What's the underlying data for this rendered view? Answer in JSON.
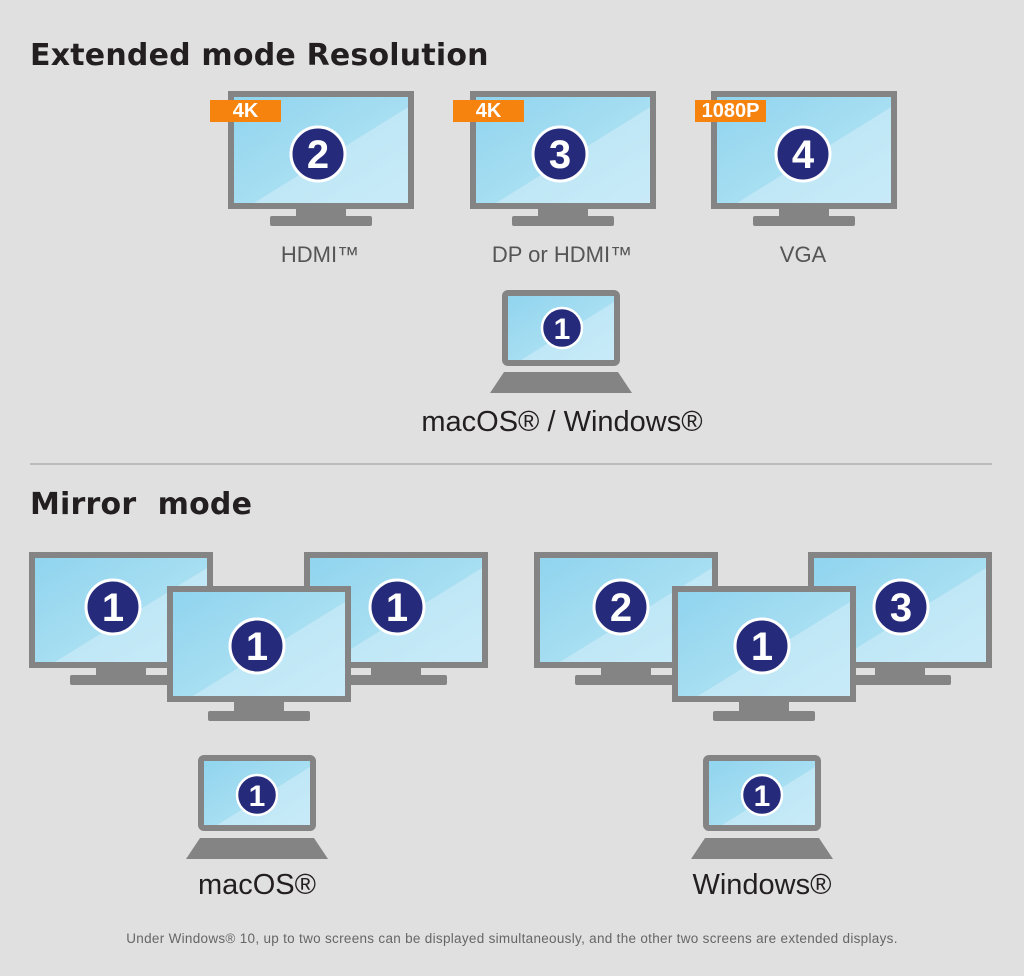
{
  "extended": {
    "title": "Extended mode Resolution",
    "monitors": [
      {
        "num": "2",
        "tag": "4K",
        "label": "HDMI™"
      },
      {
        "num": "3",
        "tag": "4K",
        "label": "DP or HDMI™"
      },
      {
        "num": "4",
        "tag": "1080P",
        "label": "VGA"
      }
    ],
    "laptop": {
      "num": "1",
      "label": "macOS® / Windows®"
    }
  },
  "mirror": {
    "title": "Mirror  mode",
    "macos": {
      "monitor_nums": [
        "1",
        "1",
        "1"
      ],
      "laptop_num": "1",
      "label": "macOS®"
    },
    "windows": {
      "monitor_nums": [
        "2",
        "3",
        "1"
      ],
      "laptop_num": "1",
      "label": "Windows®"
    }
  },
  "footnote": "Under Windows® 10, up to two screens can be displayed  simultaneously, and the other two screens are extended displays.",
  "colors": {
    "background": "#dfe0df",
    "screen": "#a3dcf1",
    "frame": "#848484",
    "badge": "#262a7b",
    "tag": "#f7830f"
  }
}
